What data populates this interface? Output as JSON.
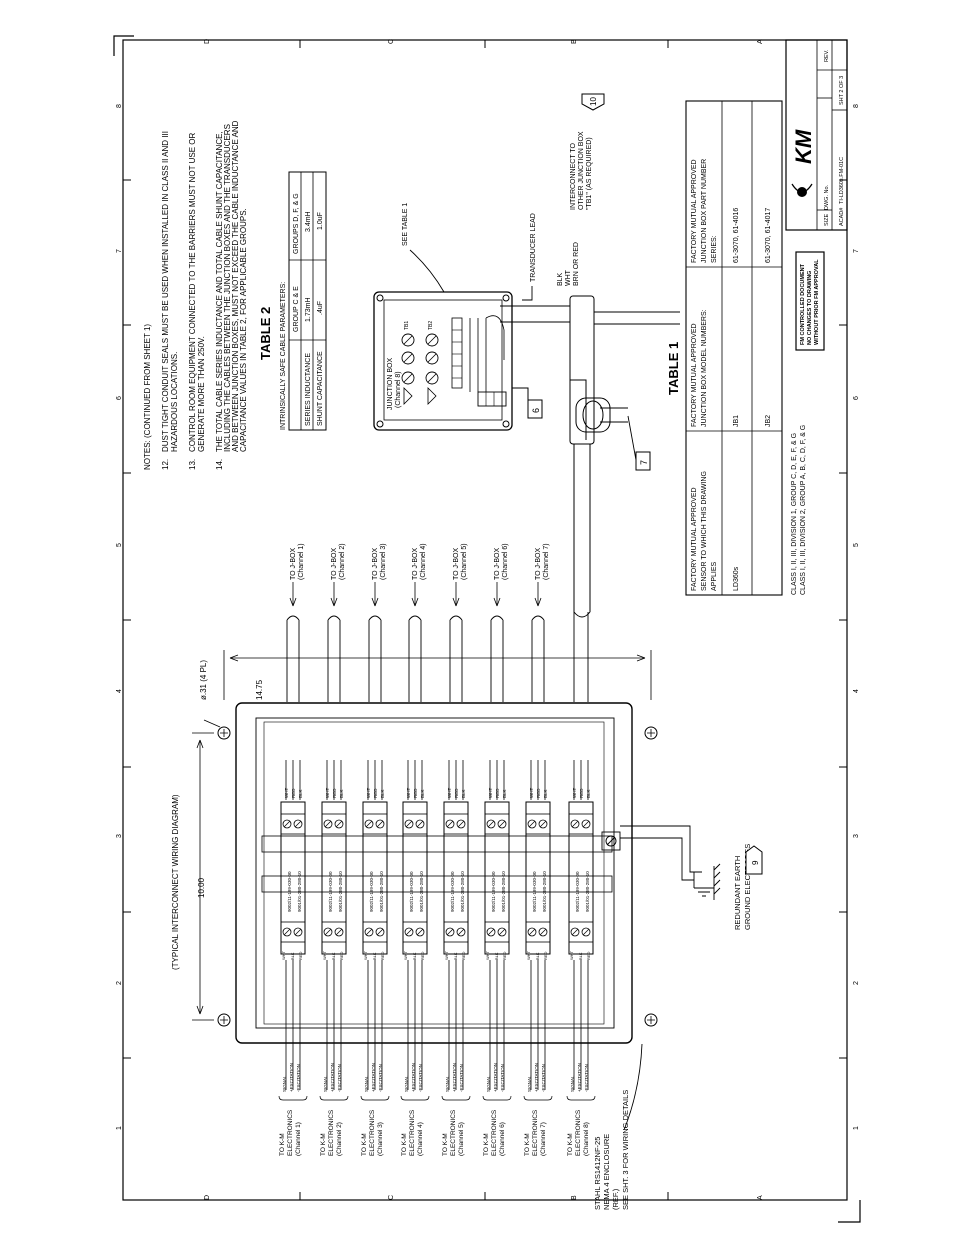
{
  "border": {
    "zones_top": [
      "D",
      "C",
      "B",
      "A"
    ],
    "zones_side": [
      "8",
      "7",
      "6",
      "5",
      "4",
      "3",
      "2",
      "1"
    ]
  },
  "notes": {
    "heading": "NOTES: (CONTINUED FROM SHEET 1)",
    "items": [
      {
        "num": "12.",
        "lines": [
          "DUST TIGHT CONDUIT SEALS MUST BE USED WHEN INSTALLED IN CLASS II AND III",
          "HAZARDOUS LOCATIONS."
        ]
      },
      {
        "num": "13.",
        "lines": [
          "CONTROL ROOM EQUIPMENT CONNECTED TO THE BARRIERS MUST NOT USE OR",
          "GENERATE MORE THAN 250V."
        ]
      },
      {
        "num": "14.",
        "lines": [
          "THE TOTAL CABLE SERIES INDUCTANCE AND TOTAL CABLE SHUNT CAPACITANCE,",
          "INCLUDING THE CABLES BETWEEN THE JUNCTION BOXES AND THE TRANSDUCERS",
          "AND BETWEEN JUNCTION BOXES, MUST NOT EXCEED THE CABLE INDUCTANCE AND",
          "CAPACITANCE VALUES IN TABLE 2, FOR APPLICABLE GROUPS."
        ]
      }
    ]
  },
  "table2": {
    "title": "TABLE 2",
    "caption": "INTRINSICALLY SAFE CABLE PARAMETERS:",
    "headers": [
      "",
      "GROUP C & E",
      "GROUPS D, F, & G"
    ],
    "rows": [
      [
        "SERIES INDUCTANCE",
        "1.73mH",
        "3.4mH"
      ],
      [
        "SHUNT CAPACITANCE",
        ".4uF",
        "1.0uF"
      ]
    ]
  },
  "table1": {
    "title": "TABLE 1",
    "headers": [
      [
        "FACTORY MUTUAL APPROVED",
        "SENSOR TO WHICH THIS DRAWING",
        "APPLIES"
      ],
      [
        "FACTORY MUTUAL APPROVED",
        "JUNCTION BOX MODEL NUMBERS:"
      ],
      [
        "FACTORY MUTUAL APPROVED",
        "JUNCTION BOX PART NUMBER",
        "SERIES:"
      ]
    ],
    "rows": [
      [
        "LD360s",
        "JB1",
        "61-3070, 61-4016"
      ],
      [
        "",
        "JB2",
        "61-3070, 61-4017"
      ]
    ],
    "class_lines": [
      "CLASS I, II, III, DIVISION 1, GROUP C, D, E, F, & G",
      "CLASS I, II, III, DIVISION 2, GROUP A, B, C, D, F, & G"
    ]
  },
  "junction_box": {
    "label": [
      "JUNCTION BOX",
      "(Channel 8)"
    ],
    "terminals": [
      "TB1",
      "TB2"
    ],
    "see_table": "SEE TABLE 1",
    "transducer_lead": "TRANSDUCER LEAD",
    "wire_colors": [
      "BLK",
      "WHT",
      "BRN OR RED"
    ],
    "interconnect": [
      "INTERCONNECT TO",
      "OTHER JUNCTION BOX",
      "\"TB1\" (AS REQUIRED)"
    ],
    "tags": [
      "6",
      "7",
      "10"
    ]
  },
  "main_diagram": {
    "caption": "(TYPICAL INTERCONNECT WIRING DIAGRAM)",
    "dim_height": "10.00",
    "dim_width": "14.75",
    "hole": "ø.31 (4 PL)",
    "channels": [
      "(Channel 1)",
      "(Channel 2)",
      "(Channel 3)",
      "(Channel 4)",
      "(Channel 5)",
      "(Channel 6)",
      "(Channel 7)",
      "(Channel 8)"
    ],
    "to_jbox": "TO J-BOX",
    "jbox_channels": [
      "(Channel 1)",
      "(Channel 2)",
      "(Channel 3)",
      "(Channel 4)",
      "(Channel 5)",
      "(Channel 6)",
      "(Channel 7)"
    ],
    "to_km": [
      "TO K-M",
      "ELECTRONICS"
    ],
    "left_wires": [
      "SIGNAL",
      "+EXCITATION",
      "-EXCITATION"
    ],
    "right_wires": [
      "WHT",
      "RED",
      "BLK"
    ],
    "barrier_wires": [
      "WHT",
      "BLK",
      "RED"
    ],
    "barrier_labels": [
      "9002/11-199-030-00",
      "9001/01-280-280-10"
    ],
    "see_sht": "SEE SHT. 3 FOR WIRING DETAILS",
    "enclosure": [
      "STAHL RS1412NF-25",
      "NEMA 4 ENCLOSURE",
      "(REF.)"
    ],
    "earth": [
      "REDUNDANT EARTH",
      "GROUND ELECTRODES"
    ],
    "earth_tag": "9"
  },
  "title_block": {
    "notice": [
      "FM CONTROLLED DOCUMENT",
      "NO CHANGES TO DRAWING",
      "WITHOUT PRIOR FM APPROVAL"
    ],
    "size_label": "SIZE",
    "dwg_label": "DWG. No.",
    "rev_label": "REV.",
    "acad": "ACAD#",
    "dwg_no": "TI-LD360s.FM-01C",
    "sheet": "SHT 2 OF 3"
  }
}
